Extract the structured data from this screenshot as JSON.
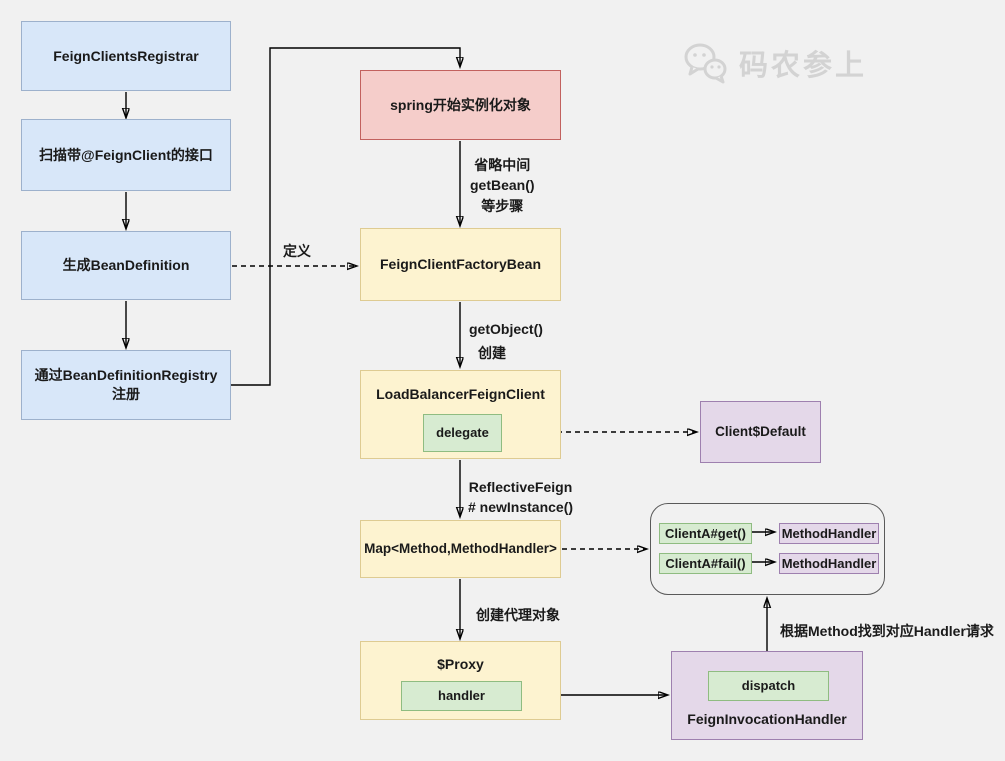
{
  "watermark": {
    "text": "码农参上",
    "icon": "wechat-icon"
  },
  "palette": {
    "background": "#f1f1f1",
    "blue_fill": "#d8e7f9",
    "blue_border": "#9db1cc",
    "red_fill": "#f5cdca",
    "red_border": "#c2615e",
    "yellow_fill": "#fdf3d0",
    "yellow_border": "#decb92",
    "green_fill": "#d5e9d8",
    "green_border": "#85b089",
    "purple_fill": "#e4d8e9",
    "purple_border": "#9e80af",
    "arrow_color": "#000000",
    "watermark_color": "#d3d3d3"
  },
  "nodes": {
    "feign_clients_registrar": {
      "label": "FeignClientsRegistrar"
    },
    "scan_interface": {
      "label": "扫描带@FeignClient的接口"
    },
    "generate_bean_definition": {
      "label": "生成BeanDefinition"
    },
    "register_registry": {
      "line1": "通过BeanDefinitionRegistry",
      "line2": "注册"
    },
    "spring_instantiate": {
      "label": "spring开始实例化对象"
    },
    "feign_client_factory_bean": {
      "label": "FeignClientFactoryBean"
    },
    "load_balancer_feign_client": {
      "label": "LoadBalancerFeignClient",
      "field": "delegate"
    },
    "client_default": {
      "label": "Client$Default"
    },
    "method_map": {
      "label": "Map<Method,MethodHandler>"
    },
    "proxy": {
      "label": "$Proxy",
      "field": "handler"
    },
    "feign_invocation_handler": {
      "label": "FeignInvocationHandler",
      "field": "dispatch"
    },
    "handler_table": {
      "rows": [
        {
          "key": "ClientA#get()",
          "value": "MethodHandler"
        },
        {
          "key": "ClientA#fail()",
          "value": "MethodHandler"
        }
      ]
    }
  },
  "edge_labels": {
    "define": "定义",
    "skip_line1": "省略中间",
    "skip_line2": "getBean()",
    "skip_line3": "等步骤",
    "get_object": "getObject()",
    "create": "创建",
    "reflective_line1": "ReflectiveFeign",
    "reflective_line2": "# newInstance()",
    "create_proxy": "创建代理对象",
    "dispatch_note": "根据Method找到对应Handler请求"
  }
}
